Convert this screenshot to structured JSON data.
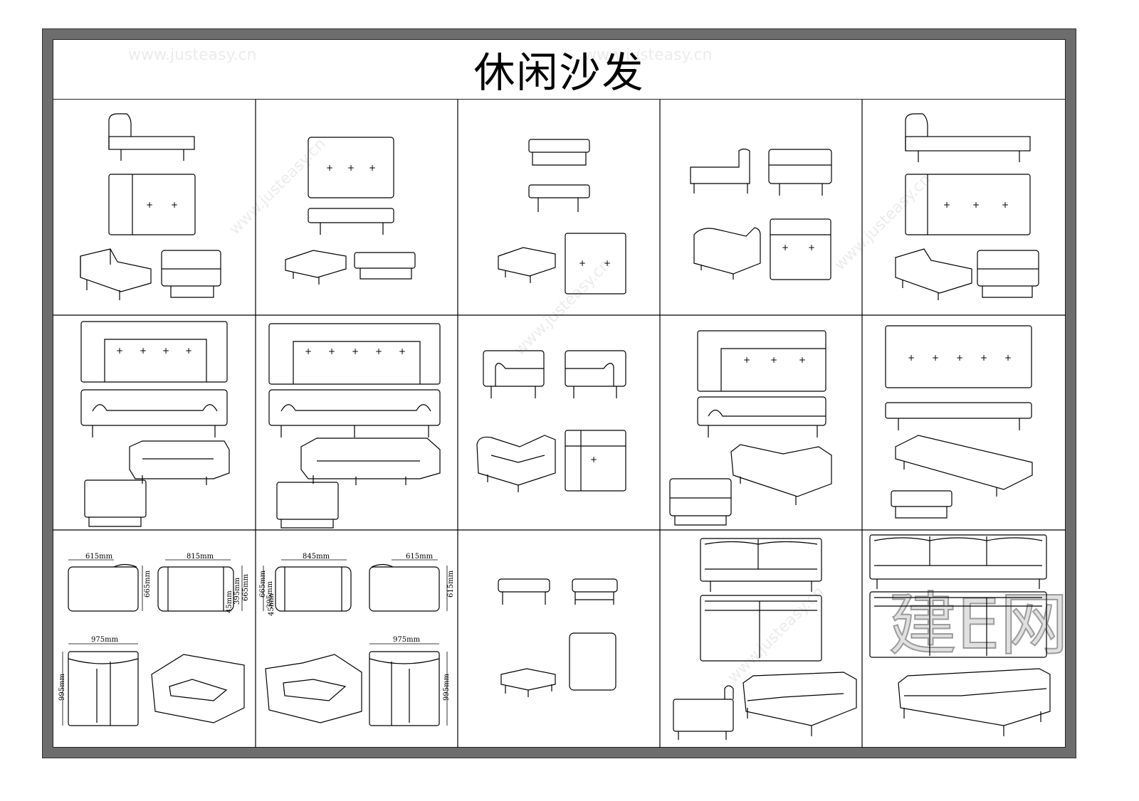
{
  "title": "休闲沙发",
  "dimensions": {
    "dim_615": "615mm",
    "dim_845": "845mm",
    "dim_815": "815mm",
    "dim_975": "975mm",
    "dim_665": "665mm",
    "dim_395": "395mm",
    "dim_45": "45mm",
    "dim_995": "995mm"
  },
  "watermark": {
    "site": "www.justeasy.cn",
    "brand": "建E网"
  },
  "colors": {
    "frame": "#6d6d6d",
    "line": "#000000"
  }
}
